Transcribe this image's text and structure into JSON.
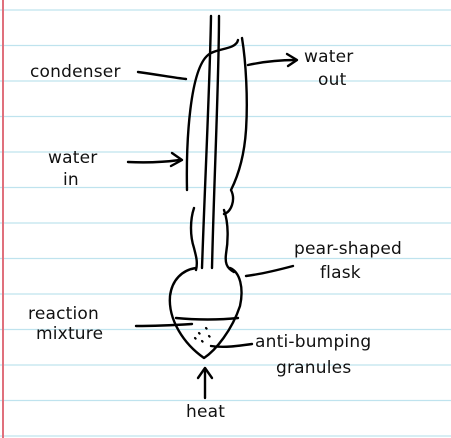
{
  "paper": {
    "rule_color": "#bfe3ee",
    "margin_color": "#e0707c",
    "ink_color": "#000000"
  },
  "labels": {
    "condenser": "condenser",
    "water_out_line1": "water",
    "water_out_line2": "out",
    "water_in_line1": "water",
    "water_in_line2": "in",
    "pear_flask_line1": "pear-shaped",
    "pear_flask_line2": "flask",
    "reaction_line1": "reaction",
    "reaction_line2": "mixture",
    "granules_line1": "anti-bumping",
    "granules_line2": "granules",
    "heat": "heat"
  }
}
